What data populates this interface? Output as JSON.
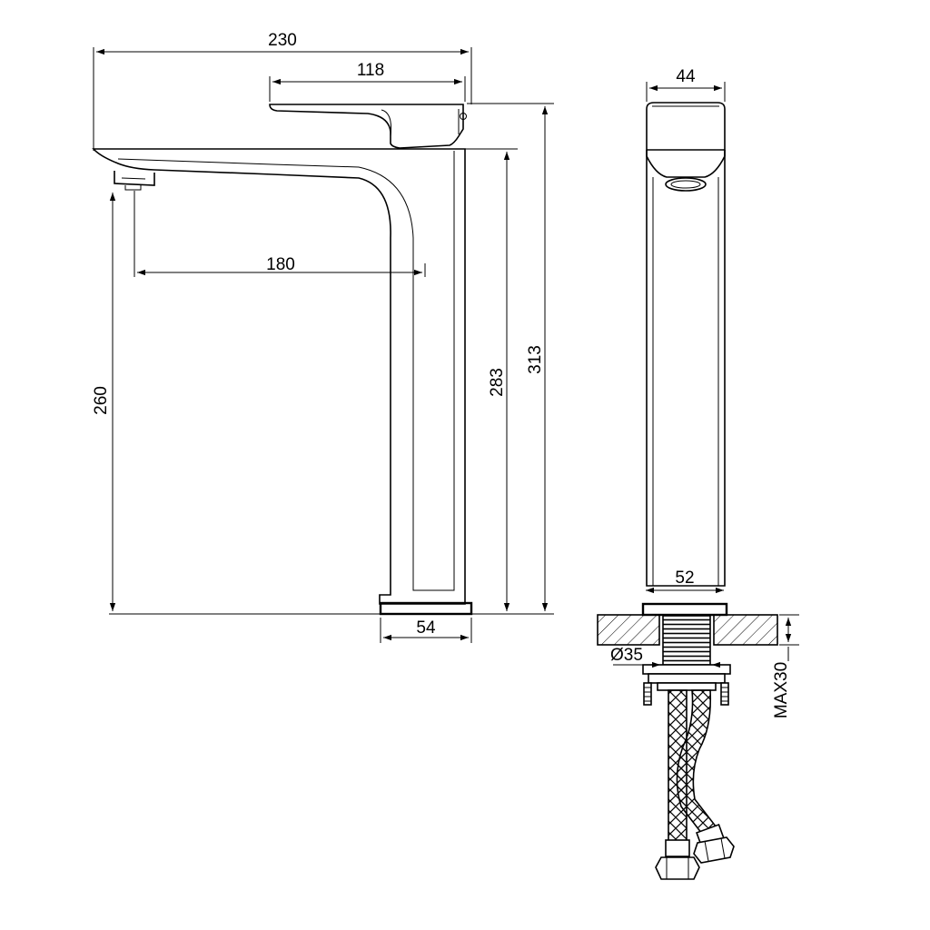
{
  "drawing": {
    "type": "technical-drawing",
    "subject": "tall basin faucet",
    "line_color": "#000000",
    "background": "#ffffff"
  },
  "dimensions": {
    "overall_length": "230",
    "handle_length": "118",
    "spout_reach": "180",
    "spout_height": "260",
    "body_height": "283",
    "total_height": "313",
    "base_width": "54",
    "side_width": "44",
    "side_base_width": "52",
    "thread_diameter": "Ø35",
    "max_counter_thickness": "MAX30"
  }
}
